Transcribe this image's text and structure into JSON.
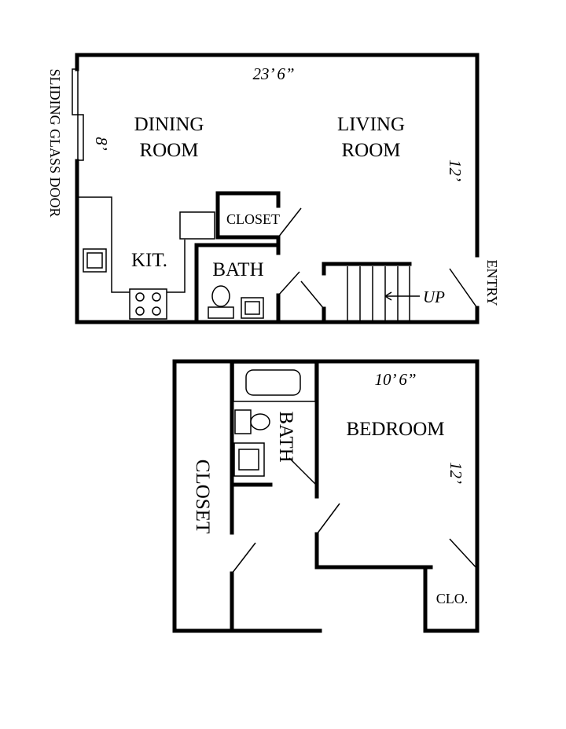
{
  "first_floor": {
    "width_dim": "23’ 6”",
    "dining_depth_dim": "8’",
    "living_depth_dim": "12’",
    "dining_label_1": "DINING",
    "dining_label_2": "ROOM",
    "living_label_1": "LIVING",
    "living_label_2": "ROOM",
    "closet_label": "CLOSET",
    "kitchen_label": "KIT.",
    "bath_label": "BATH",
    "stairs_label": "UP",
    "entry_label": "ENTRY",
    "sliding_door_label": "SLIDING GLASS DOOR"
  },
  "second_floor": {
    "bedroom_label": "BEDROOM",
    "bedroom_width_dim": "10’ 6”",
    "bedroom_depth_dim": "12’",
    "bath_label": "BATH",
    "closet_label": "CLOSET",
    "small_closet_label": "CLO."
  }
}
